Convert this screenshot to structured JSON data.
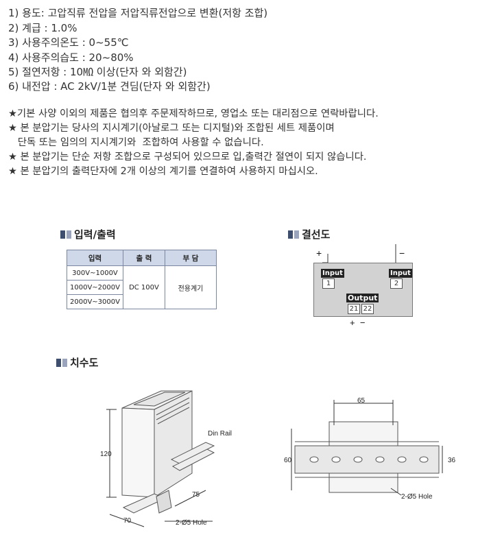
{
  "specs": [
    "1) 용도: 고압직류 전압을 저압직류전압으로 변환(저항 조합)",
    "2) 계급 : 1.0%",
    "3) 사용주의온도 : 0~55℃",
    "4) 사용주의습도 : 20~80%",
    "5) 절연저항 : 10㏁ 이상(단자 와 외함간)",
    "6) 내전압 : AC 2kV/1분 견딤(단자 와 외함간)"
  ],
  "notes": [
    "★기본 사양 이외의 제품은 협의후 주문제작하므로, 영업소 또는 대리점으로 연락바랍니다.",
    "★ 본 분압기는 당사의 지시계기(아날로그 또는 디지털)와 조합된 세트 제품이며",
    "   단독 또는 임의의 지시계기와  조합하여 사용할 수 없습니다.",
    "★ 본 분압기는 단순 저항 조합으로 구성되어 있으므로 입,출력간 절연이 되지 않습니다.",
    "★ 본 분압기의 출력단자에 2개 이상의 계기를 연결하여 사용하지 마십시오."
  ],
  "io_section": {
    "title": "입력/출력",
    "headers": [
      "입력",
      "출 력",
      "부 담"
    ],
    "inputs": [
      "300V~1000V",
      "1000V~2000V",
      "2000V~3000V"
    ],
    "output": "DC 100V",
    "burden": "전용계기"
  },
  "wiring_section": {
    "title": "결선도",
    "plus": "+",
    "minus": "−",
    "input_label": "Input",
    "input_terms": [
      "1",
      "2"
    ],
    "output_label": "Output",
    "output_terms": [
      "21",
      "22"
    ],
    "out_polarity": "+  −"
  },
  "dim_section": {
    "title": "치수도",
    "din_rail": "Din Rail",
    "h120": "120",
    "d75": "75",
    "w70": "70",
    "hole_left": "2-Ø5 Hole",
    "w65": "65",
    "h60": "60",
    "h36": "36",
    "hole_right": "2-Ø5 Hole"
  }
}
